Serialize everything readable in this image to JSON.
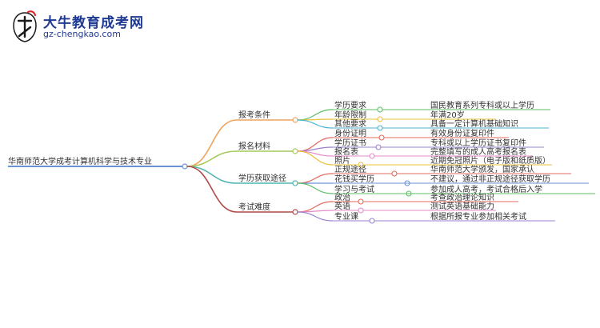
{
  "logo": {
    "title": "大牛教育成考网",
    "url": "gz-chengkao.com"
  },
  "mindmap": {
    "root": "华南师范大学成考计算机科学与技术专业",
    "branches": [
      {
        "label": "报考条件",
        "color": "#f0a35e",
        "children": [
          {
            "label": "学历要求",
            "color": "#5bbf63",
            "desc": "国民教育系列专科或以上学历"
          },
          {
            "label": "年龄限制",
            "color": "#e9c23a",
            "desc": "年满20岁"
          },
          {
            "label": "其他要求",
            "color": "#49b3d8",
            "desc": "具备一定计算机基础知识"
          }
        ]
      },
      {
        "label": "报名材料",
        "color": "#a6c85a",
        "children": [
          {
            "label": "身份证明",
            "color": "#e36a5c",
            "desc": "有效身份证复印件"
          },
          {
            "label": "学历证书",
            "color": "#9a7fd0",
            "desc": "专科或以上学历证书复印件"
          },
          {
            "label": "报名表",
            "color": "#e58ac9",
            "desc": "完整填写的成人高考报名表"
          },
          {
            "label": "照片",
            "color": "#e9c23a",
            "desc": "近期免冠照片（电子版和纸质版）"
          }
        ]
      },
      {
        "label": "学历获取途径",
        "color": "#4fb5b0",
        "children": [
          {
            "label": "正规途径",
            "color": "#e36a5c",
            "desc": "华南师范大学颁发，国家承认"
          },
          {
            "label": "花钱买学历",
            "color": "#6a93d6",
            "desc": "不建议，通过非正规途径获取学历"
          },
          {
            "label": "学习与考试",
            "color": "#5bbf63",
            "desc": "参加成人高考，考试合格后入学"
          }
        ]
      },
      {
        "label": "考试难度",
        "color": "#b04a4a",
        "children": [
          {
            "label": "政治",
            "color": "#e36a5c",
            "desc": "考查政治理论知识"
          },
          {
            "label": "英语",
            "color": "#e58ac9",
            "desc": "测试英语基础能力"
          },
          {
            "label": "专业课",
            "color": "#9a7fd0",
            "desc": "根据所报专业参加相关考试"
          }
        ]
      }
    ]
  }
}
